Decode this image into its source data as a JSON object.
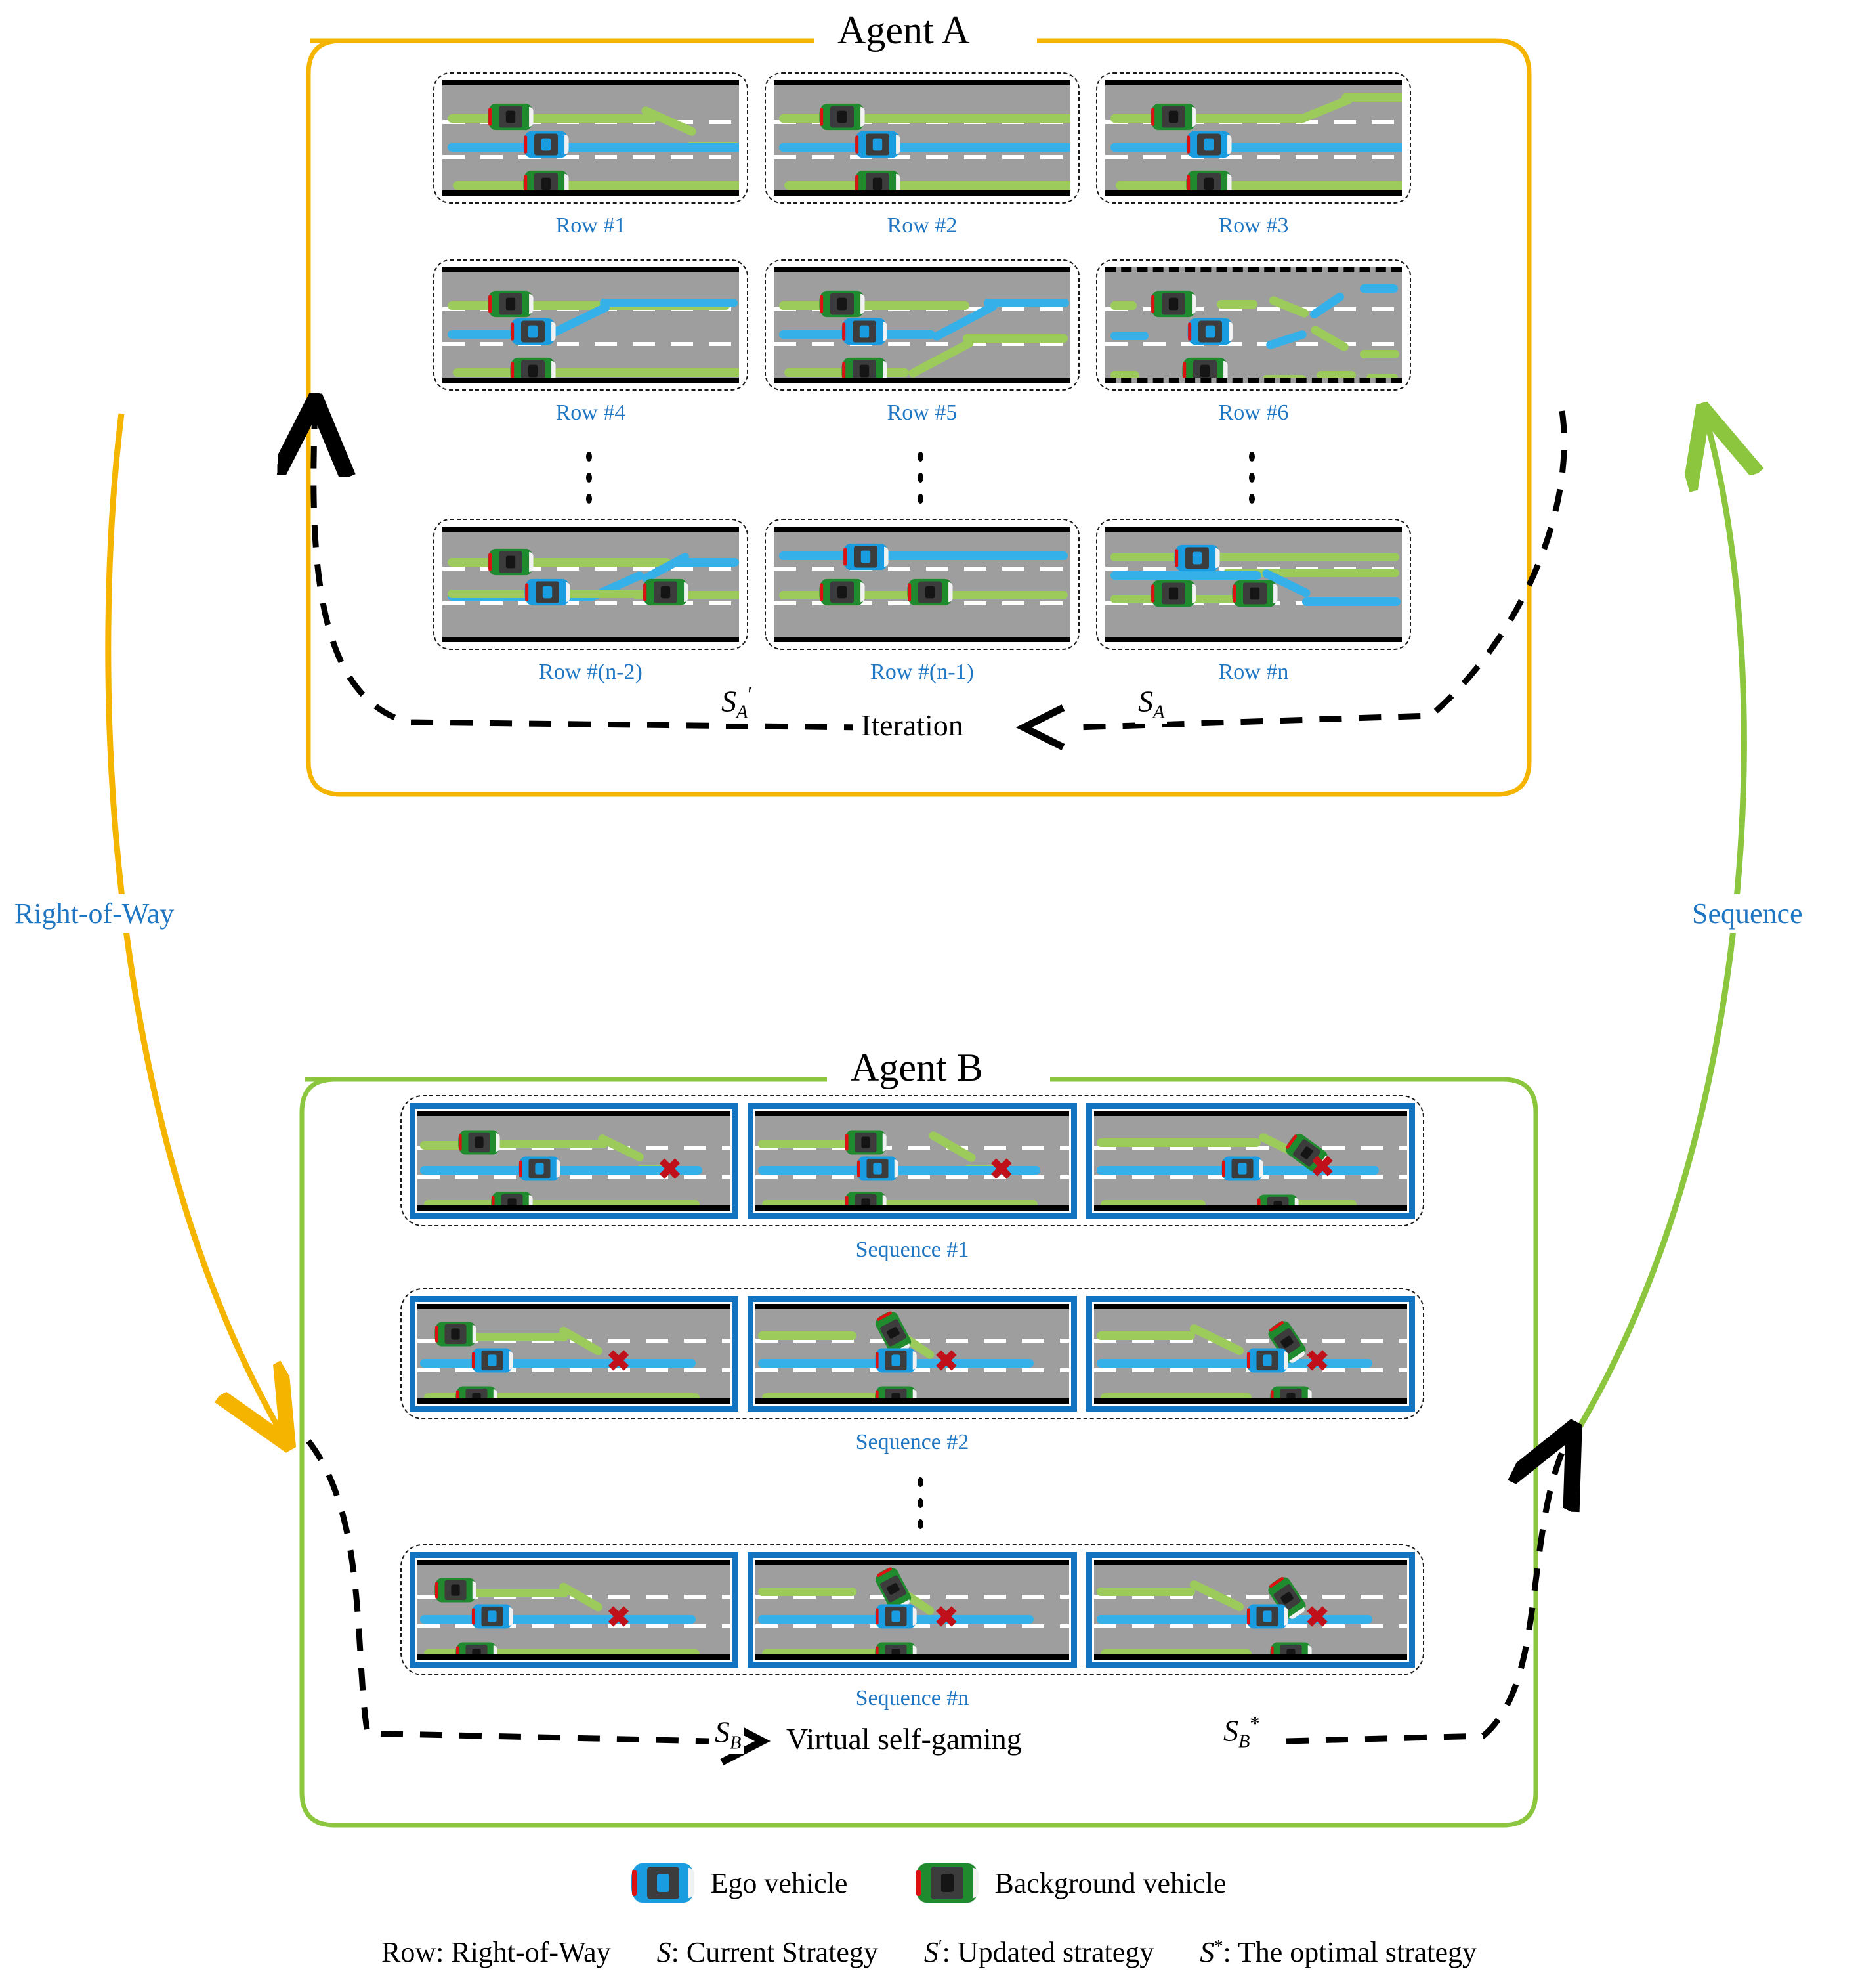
{
  "agents": {
    "a": {
      "title": "Agent A",
      "border_color": "#f5b400",
      "flow_label": "Iteration",
      "sym_left": "S",
      "sym_left_sub": "A",
      "sym_left_sup": "′",
      "sym_right": "S",
      "sym_right_sub": "A",
      "sym_right_sup": "",
      "panels": [
        {
          "caption": "Row #1"
        },
        {
          "caption": "Row #2"
        },
        {
          "caption": "Row #3"
        },
        {
          "caption": "Row #4"
        },
        {
          "caption": "Row #5"
        },
        {
          "caption": "Row #6"
        },
        {
          "caption": "Row #(n-2)"
        },
        {
          "caption": "Row #(n-1)"
        },
        {
          "caption": "Row #n"
        }
      ]
    },
    "b": {
      "title": "Agent B",
      "border_color": "#8cc63e",
      "flow_label": "Virtual self-gaming",
      "sym_left": "S",
      "sym_left_sub": "B",
      "sym_left_sup": "",
      "sym_right": "S",
      "sym_right_sub": "B",
      "sym_right_sup": "*",
      "rows": [
        {
          "caption": "Sequence #1"
        },
        {
          "caption": "Sequence #2"
        },
        {
          "caption": "Sequence #n"
        }
      ]
    }
  },
  "side_labels": {
    "left": "Right-of-Way",
    "right": "Sequence"
  },
  "legend": {
    "ego_label": "Ego vehicle",
    "bg_label": "Background vehicle",
    "notes": [
      {
        "sym": "Row",
        "sup": "",
        "sub": "",
        "text": ": Right-of-Way"
      },
      {
        "sym": "S",
        "sup": "",
        "sub": "",
        "text": ": Current Strategy"
      },
      {
        "sym": "S",
        "sup": "′",
        "sub": "",
        "text": ": Updated strategy"
      },
      {
        "sym": "S",
        "sup": "*",
        "sub": "",
        "text": ": The optimal strategy"
      }
    ]
  },
  "colors": {
    "agent_a_border": "#f5b400",
    "agent_b_border": "#8cc63e",
    "caption_blue": "#1f77c4",
    "ego_blue": "#1a9de0",
    "bg_green": "#1f8a2e",
    "traj_green": "#9ccb5c",
    "traj_blue": "#36b0e8",
    "collision_red": "#c0111b",
    "seq_frame_blue": "#1273c0",
    "road_gray": "#9e9e9e"
  }
}
